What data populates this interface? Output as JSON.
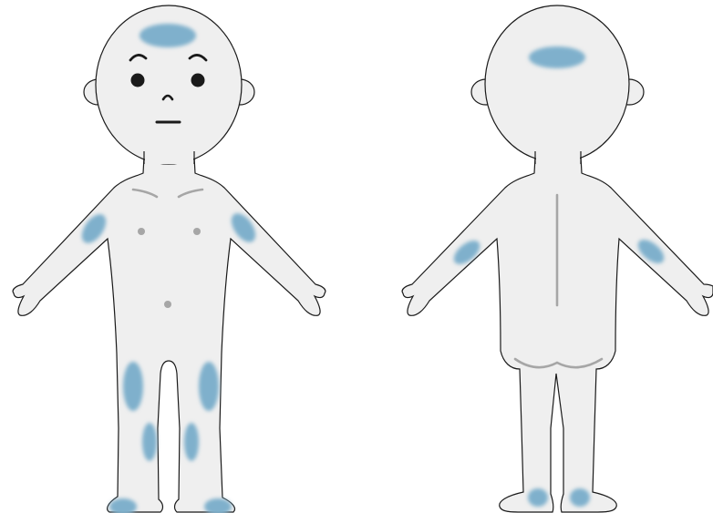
{
  "colors": {
    "background": "#ffffff",
    "body_fill": "#efefef",
    "outline": "#1a1a1a",
    "feature": "#1a1a1a",
    "anatomy_line": "#a6a6a6",
    "spot": "#7fb0cc",
    "spot_core": "#6aa3c2"
  },
  "figures": [
    {
      "view": "front",
      "spots": [
        "forehead",
        "left-upper-arm",
        "right-upper-arm",
        "left-thigh",
        "right-thigh",
        "left-shin",
        "right-shin",
        "left-foot",
        "right-foot"
      ]
    },
    {
      "view": "back",
      "spots": [
        "back-of-head",
        "left-upper-arm",
        "right-upper-arm",
        "left-heel",
        "right-heel"
      ]
    }
  ]
}
